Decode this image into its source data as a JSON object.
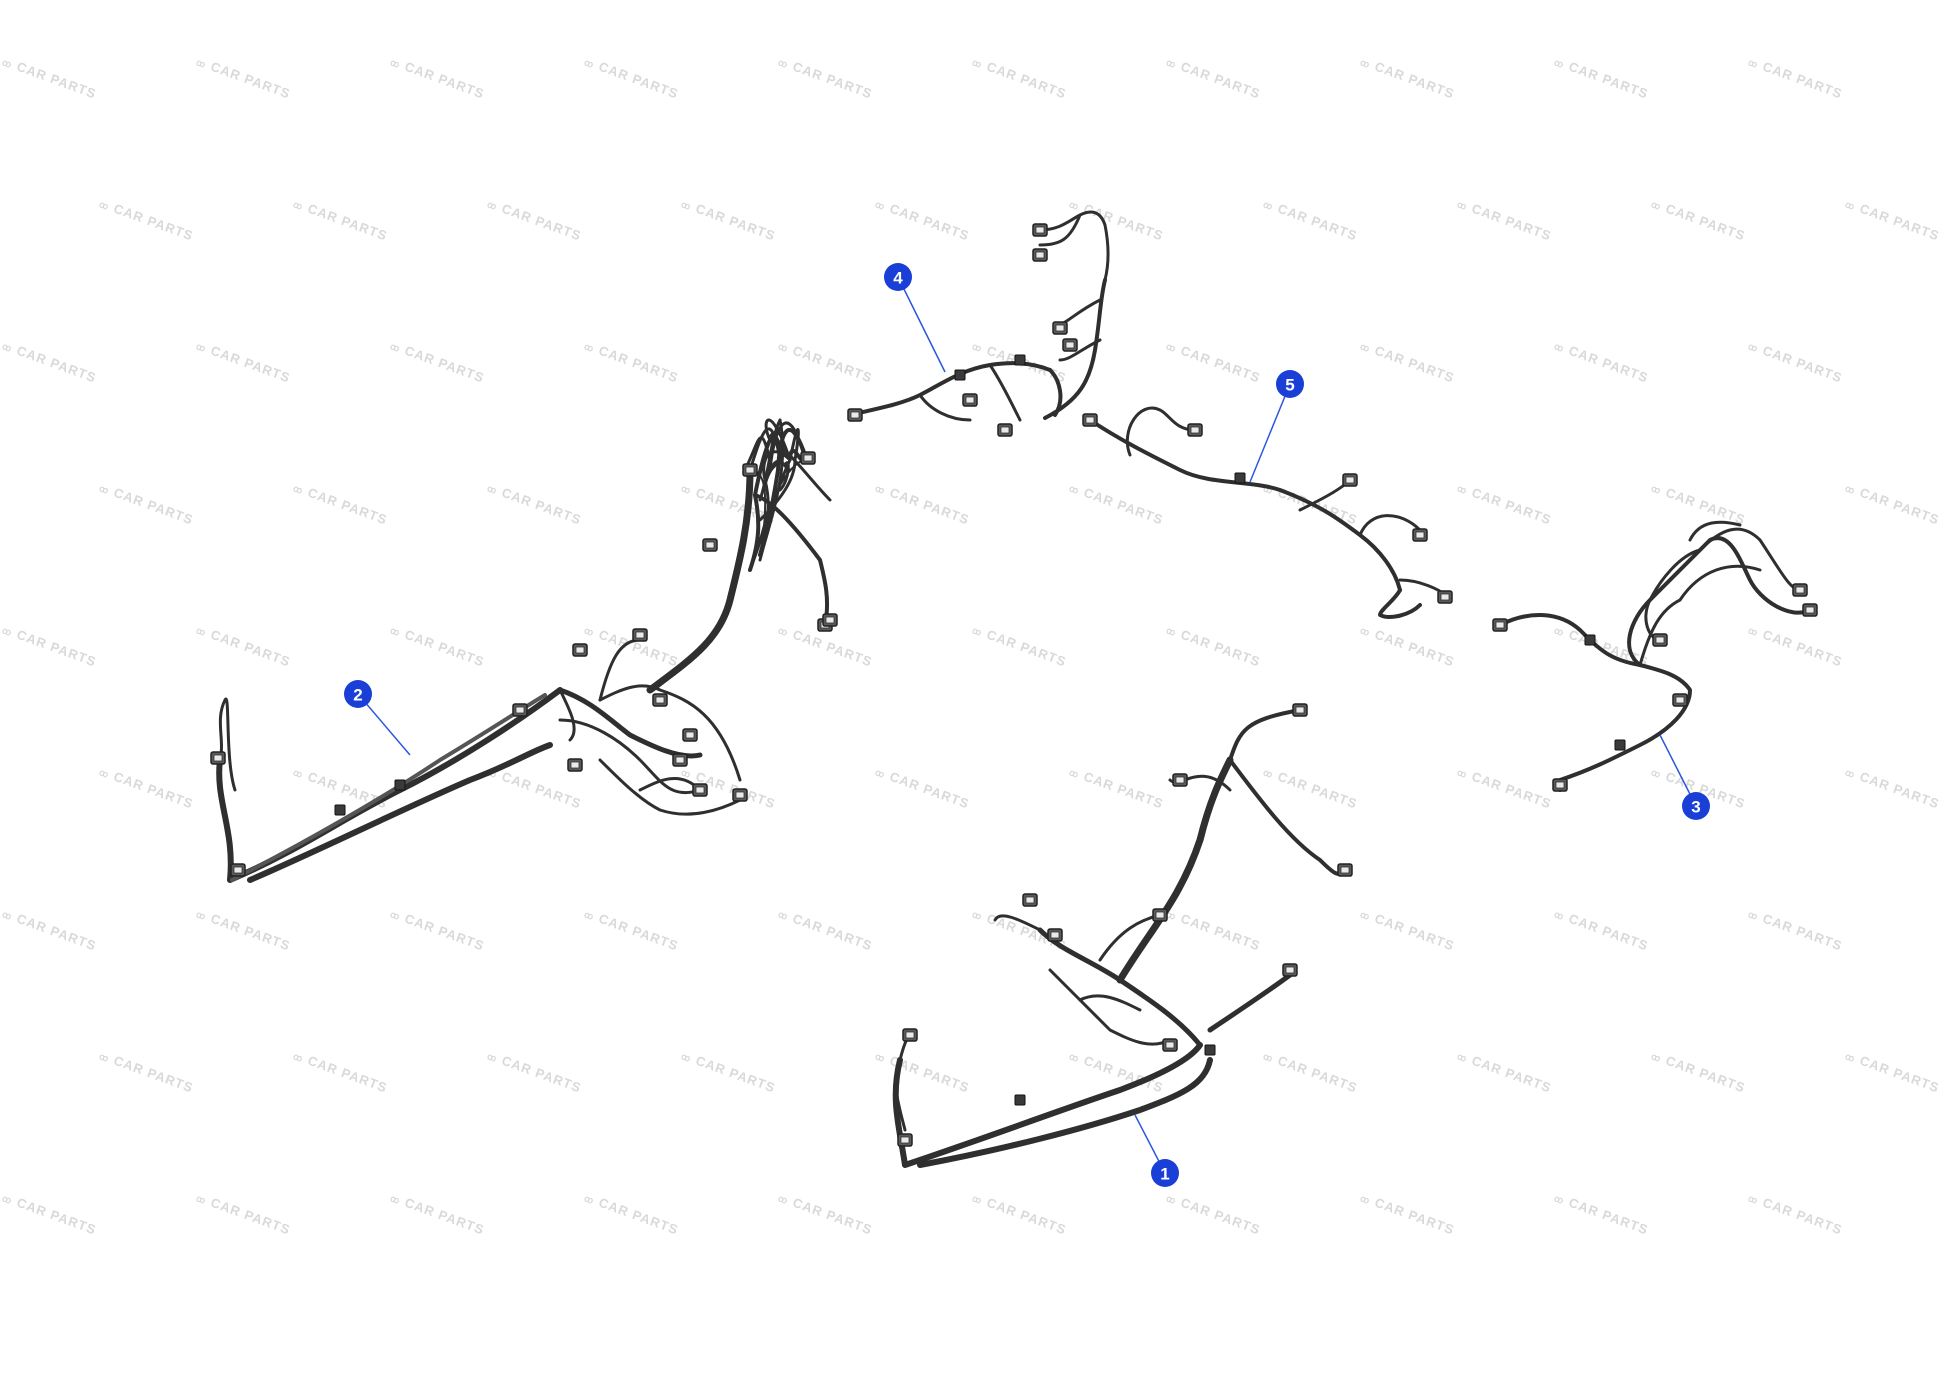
{
  "watermark": {
    "text": "CAR PARTS",
    "logo": "ꝏ",
    "color": "#d9d9d9"
  },
  "colors": {
    "callout": "#1a3fd6",
    "leader": "#2b57e0",
    "wire": "#2f2f2f",
    "connector": "#4a4a4a"
  },
  "callouts": [
    {
      "id": "1",
      "label": "1",
      "part": "harness-1"
    },
    {
      "id": "2",
      "label": "2",
      "part": "harness-2"
    },
    {
      "id": "3",
      "label": "3",
      "part": "harness-3"
    },
    {
      "id": "4",
      "label": "4",
      "part": "harness-4"
    },
    {
      "id": "5",
      "label": "5",
      "part": "harness-5"
    }
  ]
}
